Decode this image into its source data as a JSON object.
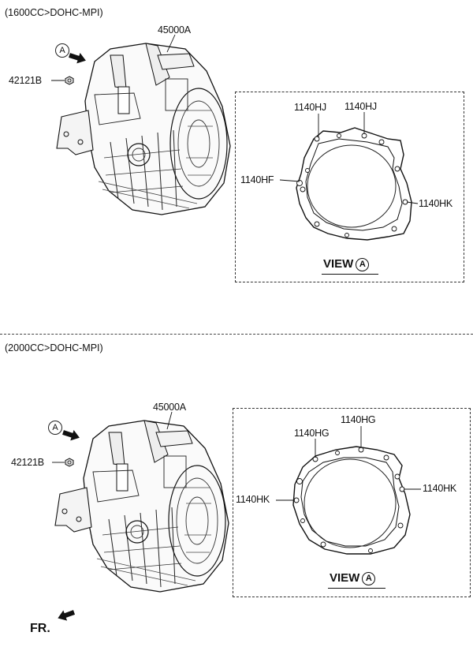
{
  "sections": [
    {
      "heading": "(1600CC>DOHC-MPI)",
      "assembly_part": "45000A",
      "bolt_part": "42121B",
      "arrow_marker": "A",
      "view": {
        "title": "VIEW",
        "marker": "A",
        "callouts": [
          "1140HJ",
          "1140HJ",
          "1140HF",
          "1140HK"
        ]
      }
    },
    {
      "heading": "(2000CC>DOHC-MPI)",
      "assembly_part": "45000A",
      "bolt_part": "42121B",
      "arrow_marker": "A",
      "view": {
        "title": "VIEW",
        "marker": "A",
        "callouts": [
          "1140HG",
          "1140HG",
          "1140HK",
          "1140HK"
        ]
      }
    }
  ],
  "footer": {
    "front_label": "FR."
  },
  "icons": [
    "transmission-assembly-drawing",
    "bolt-icon",
    "view-direction-arrow-icon",
    "gasket-plate-drawing",
    "front-arrow-icon"
  ]
}
